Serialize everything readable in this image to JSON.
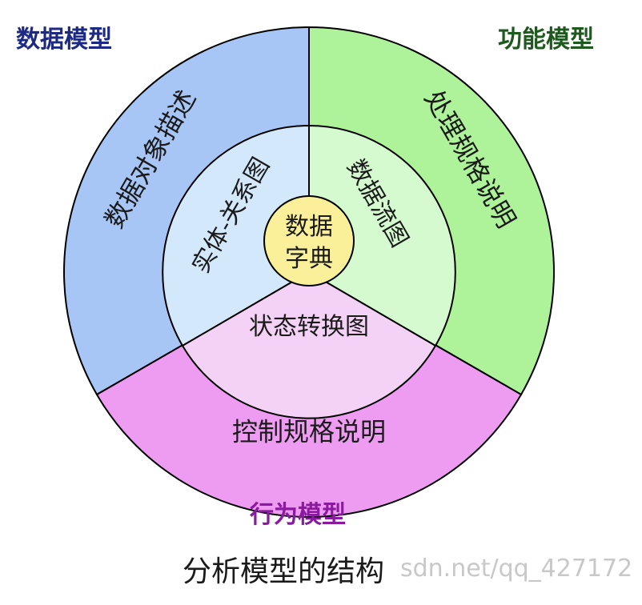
{
  "outer_labels": {
    "data_model": "数据模型",
    "function_model": "功能模型",
    "behavior_model": "行为模型"
  },
  "ring_outer": {
    "left": "数据对象描述",
    "right": "处理规格说明",
    "bottom": "控制规格说明"
  },
  "ring_middle": {
    "left": "实体-关系图",
    "right": "数据流图",
    "bottom": "状态转换图"
  },
  "center": {
    "line1": "数据",
    "line2": "字典"
  },
  "caption": "分析模型的结构",
  "watermark": "sdn.net/qq_427172",
  "colors": {
    "outer_blue": "#a7c6f5",
    "outer_green": "#aef29a",
    "outer_pink": "#ee9cf2",
    "middle_blue": "#d4e8fb",
    "middle_green": "#d5fad0",
    "middle_pink": "#f4d2f6",
    "center_yellow": "#fbf09a"
  }
}
